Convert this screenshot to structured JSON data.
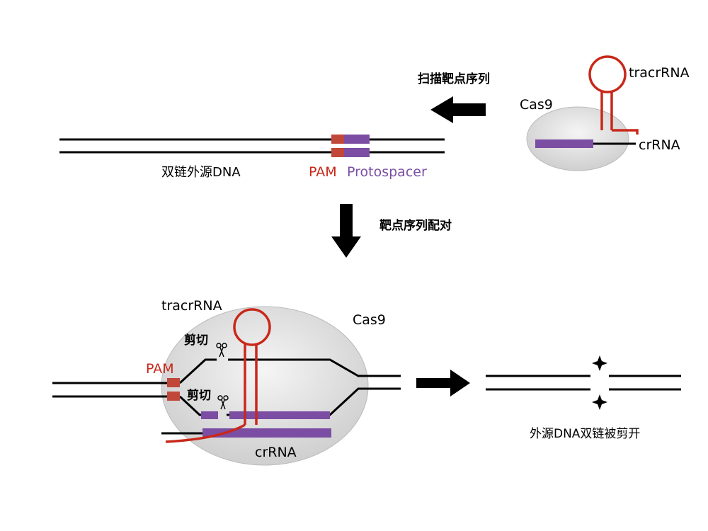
{
  "labels": {
    "scan_target": "扫描靶点序列",
    "cas9_top": "Cas9",
    "tracr_top": "tracrRNA",
    "crrna_top": "crRNA",
    "dsdna": "双链外源DNA",
    "pam_top": "PAM",
    "protospacer": "Protospacer",
    "pairing": "靶点序列配对",
    "tracr_bottom": "tracrRNA",
    "cas9_bottom": "Cas9",
    "cut_top": "剪切",
    "cut_bottom": "剪切",
    "pam_bottom": "PAM",
    "crrna_bottom": "crRNA",
    "result": "外源DNA双链被剪开"
  },
  "colors": {
    "dna": "#000000",
    "rna": "#c8281a",
    "protospacer": "#7b4ea3",
    "pam": "#c0473a",
    "cas9_fill": "#e3e3e3",
    "arrow": "#000000"
  },
  "icons": {
    "scissors": "scissors-icon",
    "break": "star-icon"
  }
}
